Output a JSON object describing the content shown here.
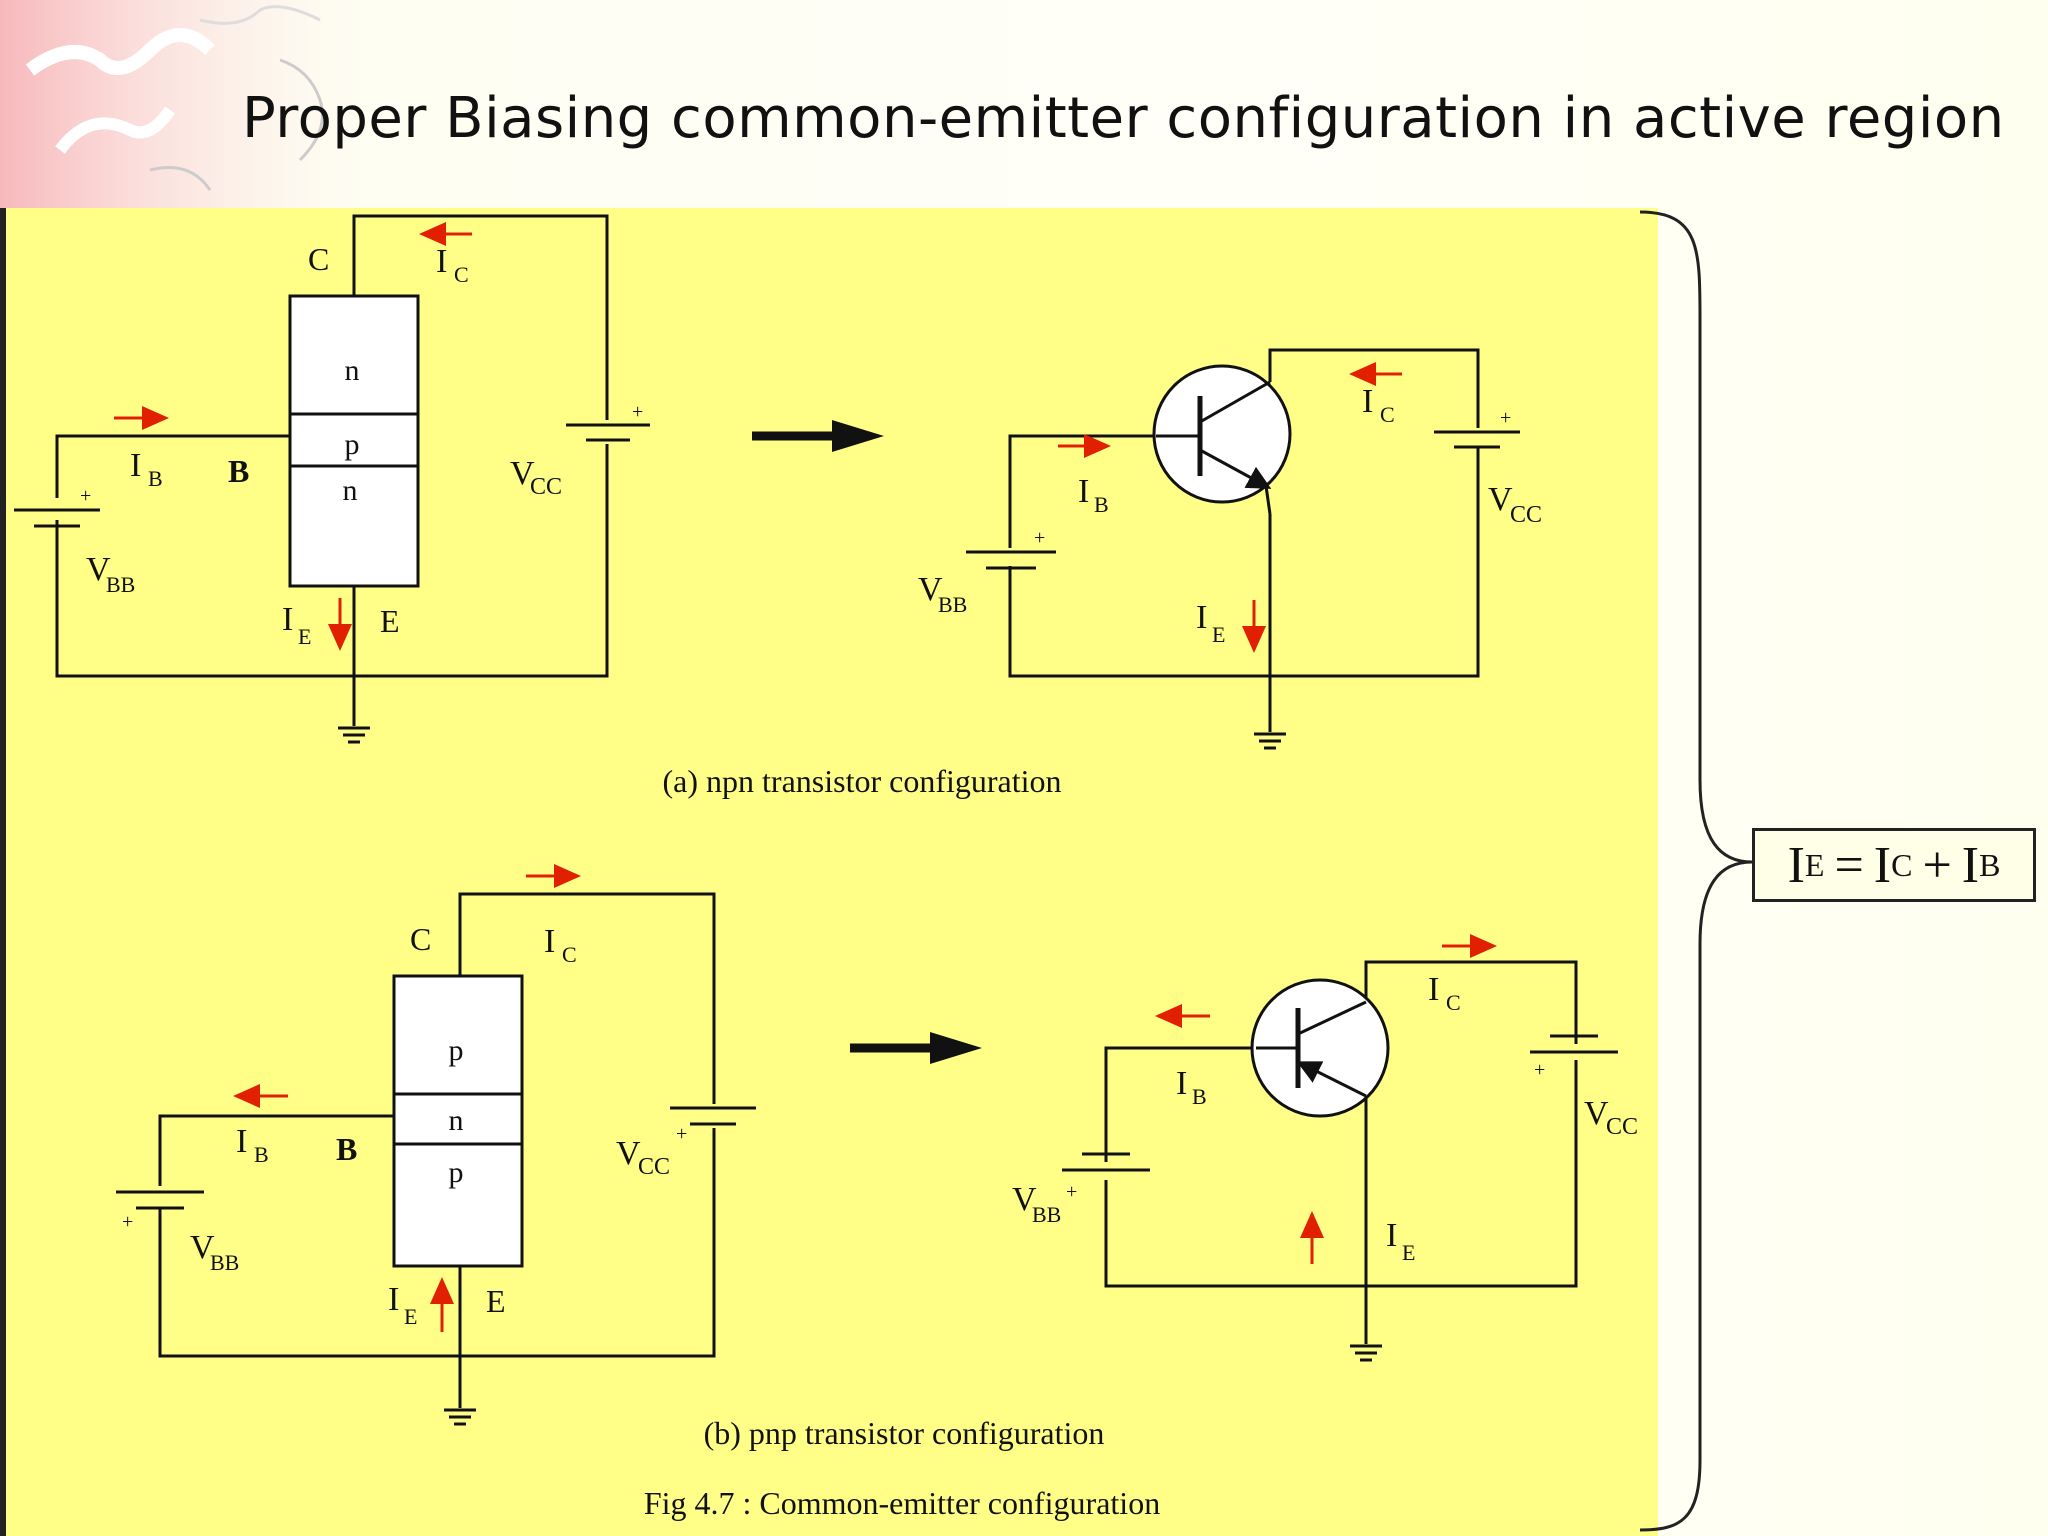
{
  "slide": {
    "title": "Proper Biasing common-emitter configuration in active region"
  },
  "npn": {
    "caption": "(a) npn transistor configuration",
    "layers": [
      "n",
      "p",
      "n"
    ],
    "terminals": {
      "collector": "C",
      "base": "B",
      "emitter": "E"
    },
    "currents": {
      "ic_main": "I",
      "ic_sub": "C",
      "ib_main": "I",
      "ib_sub": "B",
      "ie_main": "I",
      "ie_sub": "E"
    },
    "sources": {
      "vcc_main": "V",
      "vcc_sub": "CC",
      "vbb_main": "V",
      "vbb_sub": "BB"
    }
  },
  "pnp": {
    "caption": "(b) pnp transistor configuration",
    "layers": [
      "p",
      "n",
      "p"
    ],
    "terminals": {
      "collector": "C",
      "base": "B",
      "emitter": "E"
    },
    "currents": {
      "ic_main": "I",
      "ic_sub": "C",
      "ib_main": "I",
      "ib_sub": "B",
      "ie_main": "I",
      "ie_sub": "E"
    },
    "sources": {
      "vcc_main": "V",
      "vcc_sub": "CC",
      "vbb_main": "V",
      "vbb_sub": "BB"
    }
  },
  "figure_caption": "Fig 4.7 : Common-emitter configuration",
  "formula": {
    "lhs_main": "I",
    "lhs_sub": "E",
    "eq": "=",
    "t1_main": "I",
    "t1_sub": "C",
    "plus": "+",
    "t2_main": "I",
    "t2_sub": "B"
  },
  "colors": {
    "panel": "#ffff88",
    "arrow": "#e02000",
    "wire": "#111111"
  }
}
